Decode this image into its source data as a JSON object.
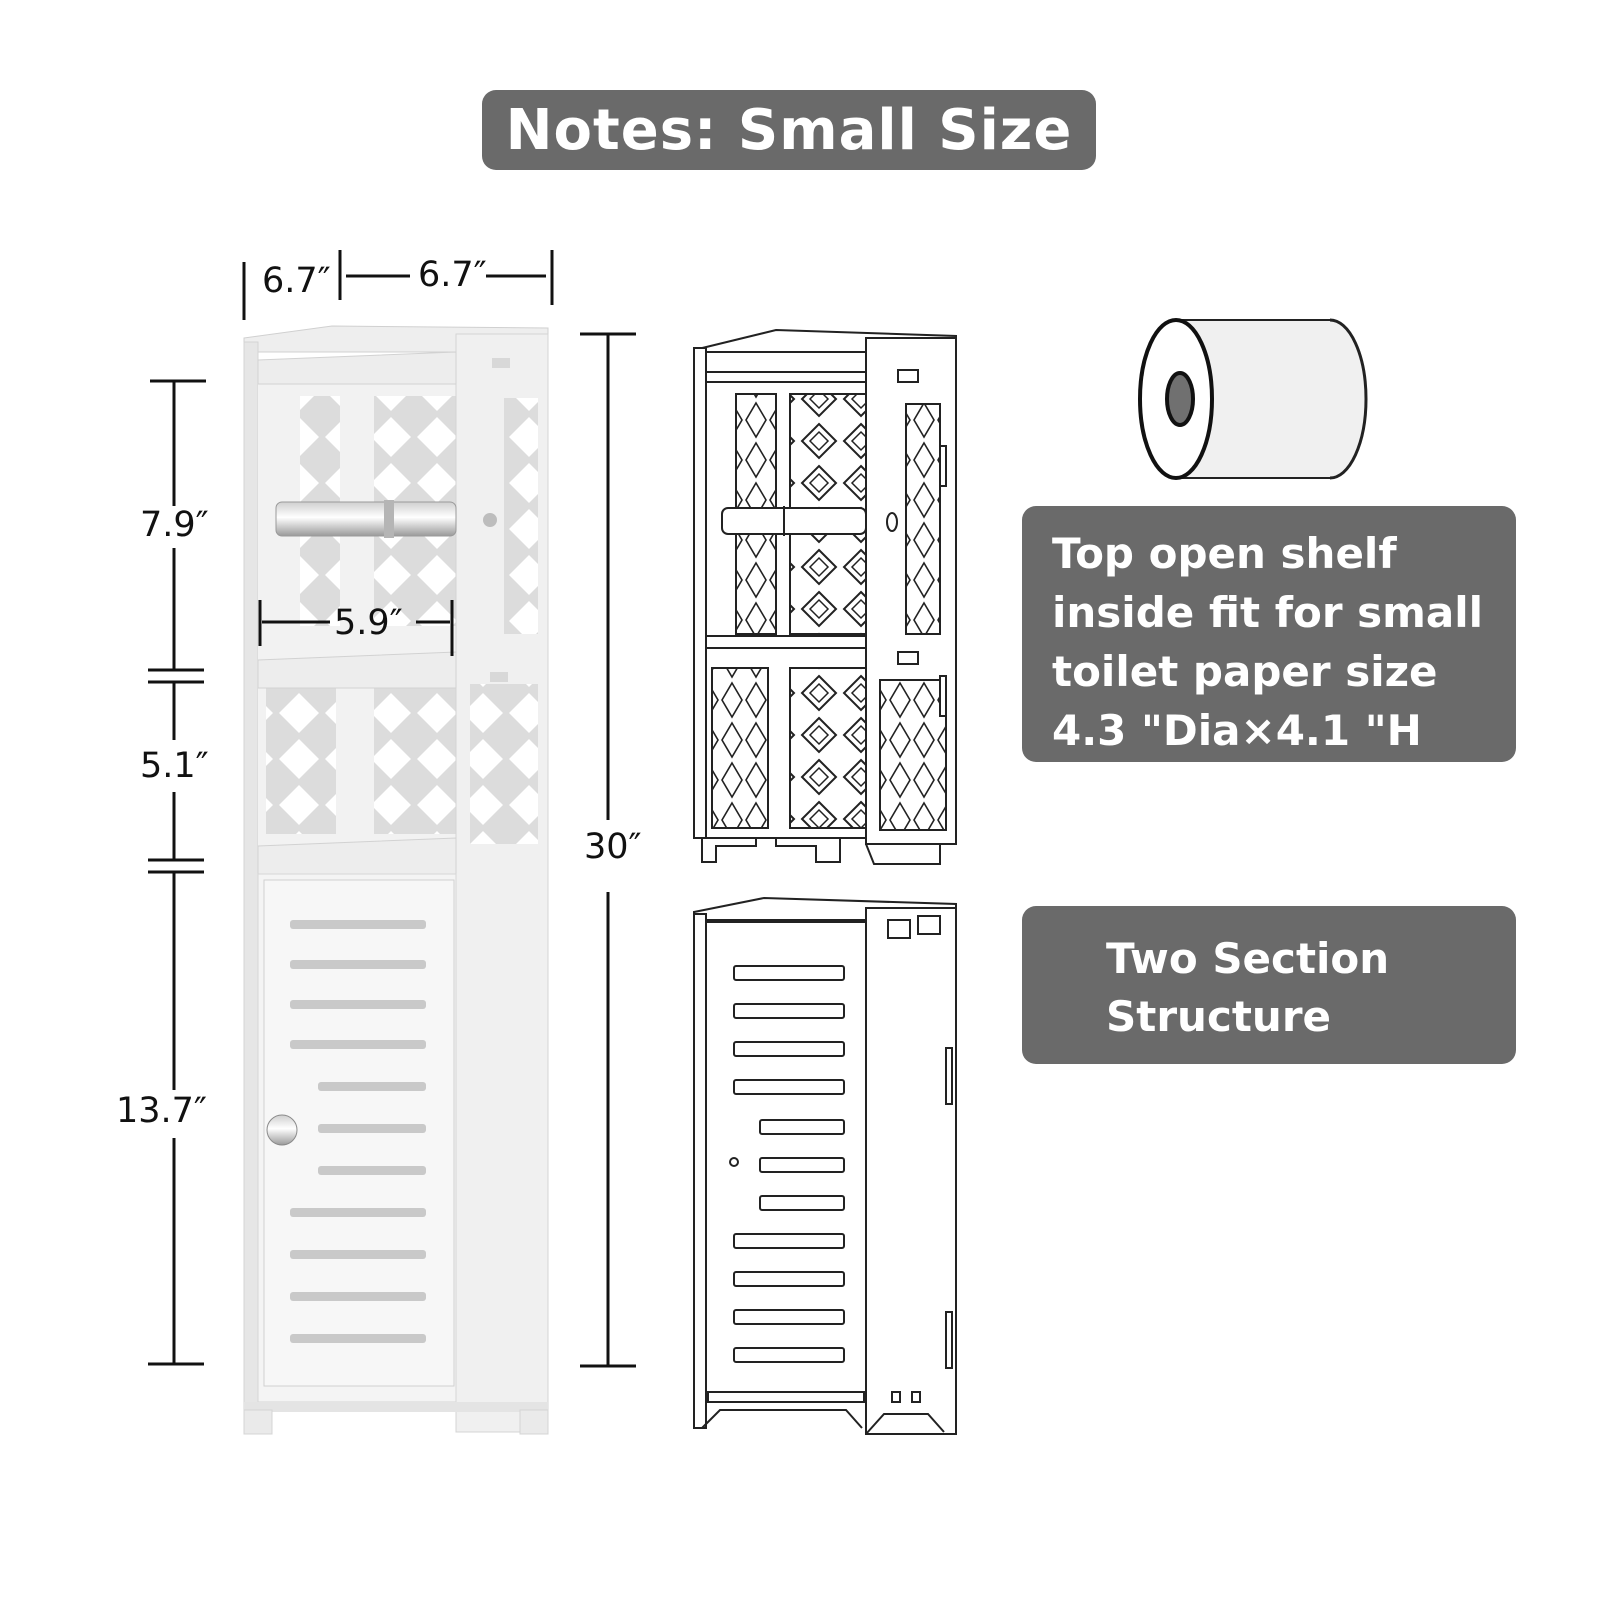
{
  "title": "Notes: Small Size",
  "dimensions": {
    "width_top": "6.7″",
    "depth_top": "6.7″",
    "upper_shelf_height": "7.9″",
    "middle_shelf_height": "5.1″",
    "cabinet_height": "13.7″",
    "inner_width": "5.9″",
    "total_height": "30″"
  },
  "notes": {
    "toilet_paper_lines": [
      "Top open shelf",
      "inside fit for small",
      "toilet paper size",
      "4.3 \"Dia×4.1 \"H"
    ],
    "structure_lines": [
      "Two Section",
      "Structure"
    ]
  },
  "colors": {
    "banner": "#6a6a6a",
    "banner_text": "#ffffff",
    "cabinet": "#f3f3f3",
    "outline": "#222222"
  }
}
